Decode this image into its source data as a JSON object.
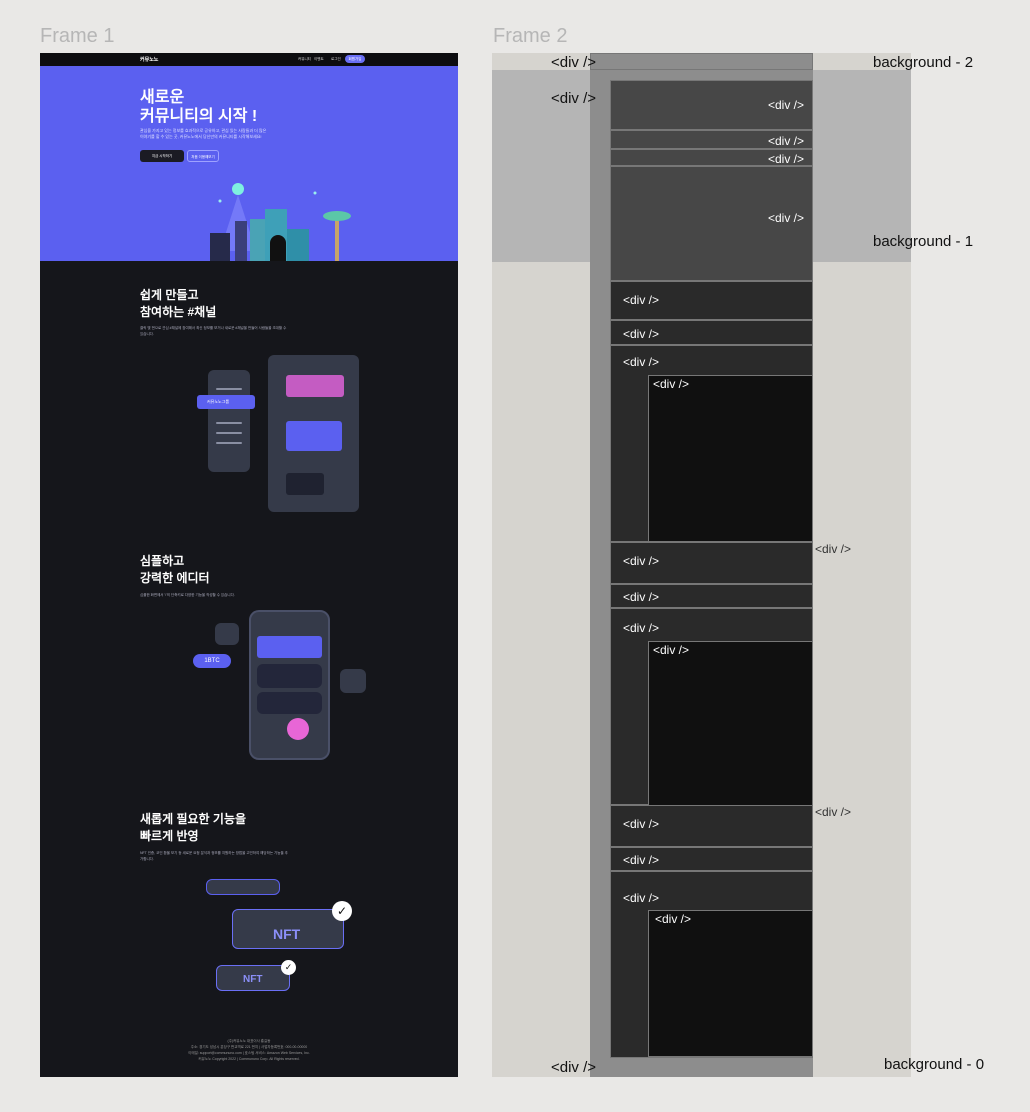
{
  "frames": {
    "frame1_label": "Frame 1",
    "frame2_label": "Frame 2"
  },
  "site": {
    "logo": "커뮤노노",
    "nav": [
      "커뮤니티",
      "이벤트",
      "로그인"
    ],
    "nav_cta": "회원가입",
    "hero": {
      "title_line1": "새로운",
      "title_line2": "커뮤니티의 시작 !",
      "desc": "관심을 가지고 있는 정보를 효과적으로 공유하고, 관심 있는 사람들과 더 많은 이야기를 할 수 있는 곳, 커뮤노노에서 당신만의 커뮤니티를 시작해보세요!",
      "btn_primary": "지금 시작하기",
      "btn_secondary": "처음 이용해보기"
    },
    "sections": [
      {
        "title1": "쉽게 만들고",
        "title2": "참여하는 #채널",
        "desc": "클릭 몇 번으로 관심 #채널에 참여해서 최신 정보를 보거나 새로운 #채널을 만들어 사람들을 초대할 수 있습니다."
      },
      {
        "title1": "심플하고",
        "title2": "강력한 에디터",
        "desc": "심플한 화면에서 '/'의 단축키로 다양한 기능을 작성할 수 있습니다."
      },
      {
        "title1": "새롭게 필요한 기능을",
        "title2": "빠르게 반영",
        "desc": "NFT 인증, 코인 환율 보기 등 새로운 요청 분석과 정보를 지원하는 방법을 고민하여 해당하는 기능을 추가합니다."
      }
    ],
    "channel_panel": {
      "active": "커뮤노노그룹"
    },
    "editor_badge": "1BTC",
    "nft_label": "NFT",
    "footer": {
      "line1": "(주)커뮤노노 대표이사 홍길동",
      "line2": "주소: 경기도 성남시 분당구 판교역로 221 번지 | 사업자등록번호: 000-00-00000",
      "line3": "이메일: support@commununo.com | 호스팅 서비스: Amazon Web Services, Inc.",
      "brand": "커뮤노노",
      "copyright": "Copyright 2022 | Commununo Corp. All Rights reserved."
    }
  },
  "structure": {
    "annotations": {
      "background_2": "background - 2",
      "background_1": "background - 1",
      "background_0": "background - 0"
    },
    "div_label": "<div />"
  },
  "colors": {
    "hero": "#5b60f0",
    "dark": "#15161b",
    "accent": "#6a6ff5"
  }
}
